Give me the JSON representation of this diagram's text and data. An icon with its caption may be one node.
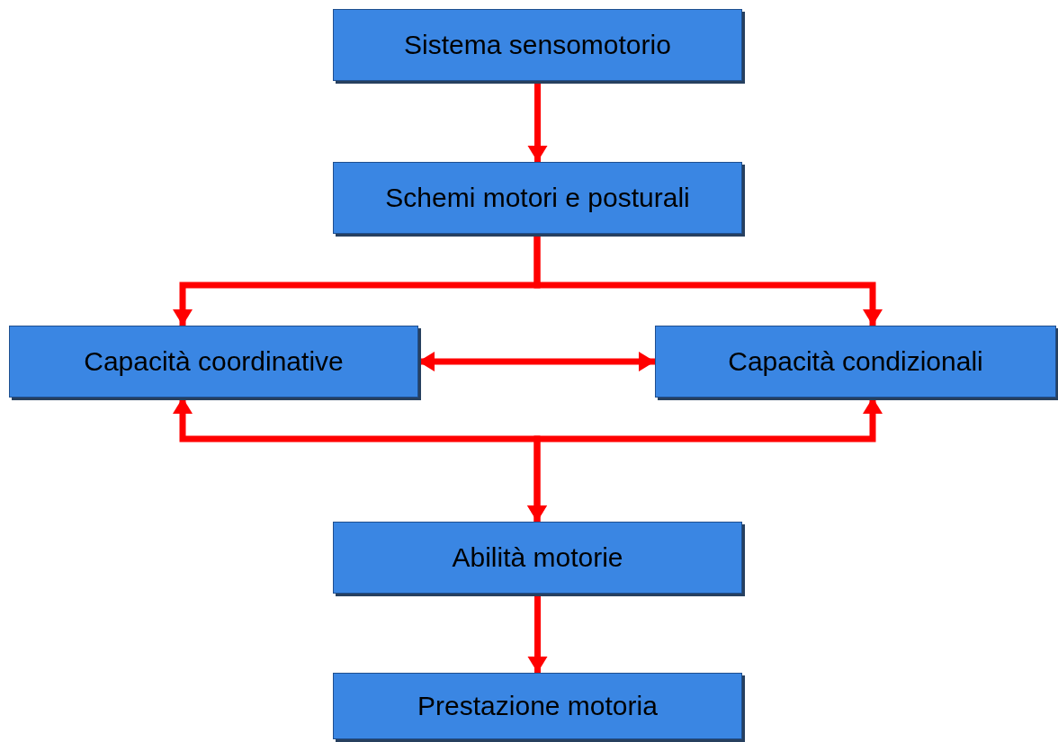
{
  "diagram": {
    "nodes": [
      {
        "text": [
          "Sistema sensomotorio"
        ]
      },
      {
        "text": [
          "Schemi motori e posturali"
        ]
      },
      {
        "text": [
          "Capacità coordinative"
        ]
      },
      {
        "text": [
          "Capacità condizionali"
        ]
      },
      {
        "text": [
          "Abilità motorie"
        ]
      },
      {
        "text": [
          "Prestazione motoria"
        ]
      }
    ],
    "edges": [
      {
        "from": 0,
        "to": 1,
        "arrow": "to"
      },
      {
        "from": 1,
        "to": 2,
        "arrow": "to"
      },
      {
        "from": 1,
        "to": 3,
        "arrow": "to"
      },
      {
        "from": 2,
        "to": 3,
        "arrow": "both"
      },
      {
        "from": 2,
        "to": 4,
        "arrow": "both"
      },
      {
        "from": 3,
        "to": 4,
        "arrow": "both"
      },
      {
        "from": 4,
        "to": 5,
        "arrow": "to"
      }
    ]
  }
}
